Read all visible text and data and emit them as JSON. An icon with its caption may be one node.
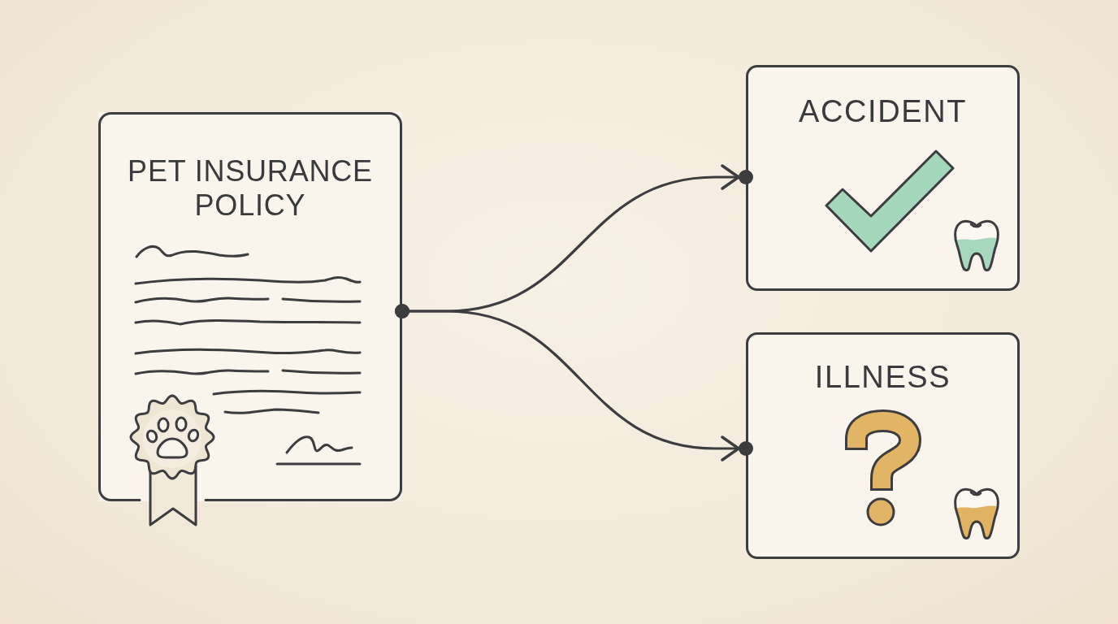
{
  "diagram": {
    "nodes": [
      {
        "text": [
          "PET INSURANCE POLICY"
        ]
      },
      {
        "text": [
          "ACCIDENT"
        ]
      },
      {
        "text": [
          "ILLNESS"
        ]
      }
    ],
    "edges": [
      {
        "from": 0,
        "to": 1,
        "arrow": "to"
      },
      {
        "from": 0,
        "to": 2,
        "arrow": "to"
      }
    ]
  }
}
